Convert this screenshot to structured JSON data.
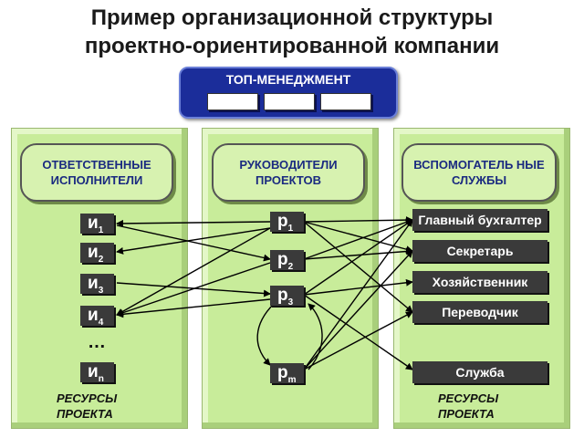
{
  "title_line1": "Пример организационной структуры",
  "title_line2": "проектно-ориентированной компании",
  "top_management": "ТОП-МЕНЕДЖМЕНТ",
  "columns": {
    "left": "ОТВЕТСТВЕННЫЕ ИСПОЛНИТЕЛИ",
    "middle": "РУКОВОДИТЕЛИ ПРОЕКТОВ",
    "right": "ВСПОМОГАТЕЛЬ НЫЕ СЛУЖБЫ"
  },
  "executors": [
    {
      "letter": "и",
      "sub": "1"
    },
    {
      "letter": "и",
      "sub": "2"
    },
    {
      "letter": "и",
      "sub": "3"
    },
    {
      "letter": "и",
      "sub": "4"
    },
    {
      "letter": "и",
      "sub": "n"
    }
  ],
  "managers": [
    {
      "letter": "р",
      "sub": "1"
    },
    {
      "letter": "р",
      "sub": "2"
    },
    {
      "letter": "р",
      "sub": "3"
    },
    {
      "letter": "р",
      "sub": "m"
    }
  ],
  "services": [
    "Главный бухгалтер",
    "Секретарь",
    "Хозяйственник",
    "Переводчик",
    "Служба"
  ],
  "ellipsis": "…",
  "resources_left": "РЕСУРСЫ ПРОЕКТА",
  "resources_right": "РЕСУРСЫ ПРОЕКТА"
}
